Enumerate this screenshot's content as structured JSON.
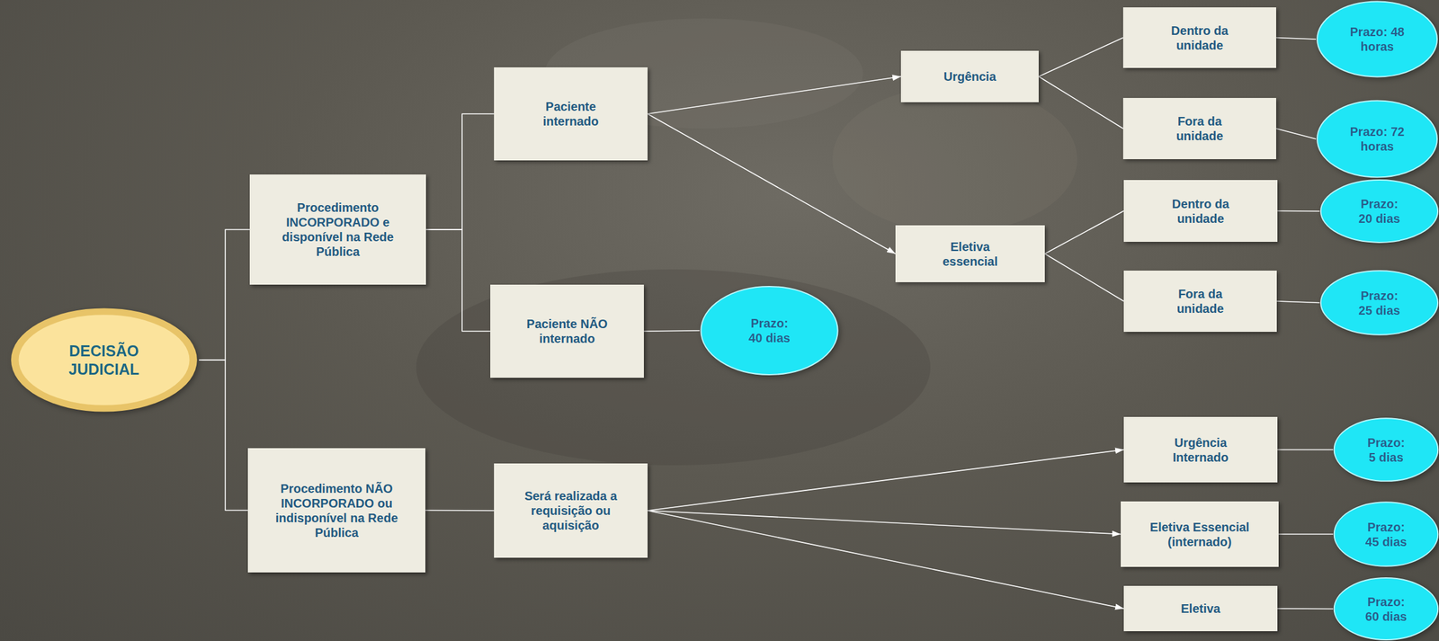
{
  "diagram": {
    "nodes": [
      {
        "text": [
          "DECISÃO JUDICIAL"
        ]
      },
      {
        "text": [
          "Procedimento INCORPORADO e disponível na Rede Pública"
        ]
      },
      {
        "text": [
          "Paciente internado"
        ]
      },
      {
        "text": [
          "Paciente NÃO internado"
        ]
      },
      {
        "text": [
          "Prazo: 40 dias"
        ]
      },
      {
        "text": [
          "Urgência"
        ]
      },
      {
        "text": [
          "Eletiva essencial"
        ]
      },
      {
        "text": [
          "Dentro da unidade"
        ]
      },
      {
        "text": [
          "Prazo: 48 horas"
        ]
      },
      {
        "text": [
          "Fora da unidade"
        ]
      },
      {
        "text": [
          "Prazo: 72 horas"
        ]
      },
      {
        "text": [
          "Dentro da unidade"
        ]
      },
      {
        "text": [
          "Prazo: 20 dias"
        ]
      },
      {
        "text": [
          "Fora da unidade"
        ]
      },
      {
        "text": [
          "Prazo: 25 dias"
        ]
      },
      {
        "text": [
          "Procedimento NÃO INCORPORADO ou indisponível na Rede Pública"
        ]
      },
      {
        "text": [
          "Será realizada a requisição ou aquisição"
        ]
      },
      {
        "text": [
          "Urgência Internado"
        ]
      },
      {
        "text": [
          "Prazo: 5 dias"
        ]
      },
      {
        "text": [
          "Eletiva Essencial (internado)"
        ]
      },
      {
        "text": [
          "Prazo: 45 dias"
        ]
      },
      {
        "text": [
          "Eletiva"
        ]
      },
      {
        "text": [
          "Prazo: 60 dias"
        ]
      }
    ],
    "edges": [
      {
        "from": 0,
        "to": 1,
        "arrow": "none"
      },
      {
        "from": 0,
        "to": 15,
        "arrow": "none"
      },
      {
        "from": 1,
        "to": 2,
        "arrow": "none"
      },
      {
        "from": 1,
        "to": 3,
        "arrow": "none"
      },
      {
        "from": 3,
        "to": 4,
        "arrow": "none"
      },
      {
        "from": 2,
        "to": 5,
        "arrow": "to"
      },
      {
        "from": 2,
        "to": 6,
        "arrow": "to"
      },
      {
        "from": 5,
        "to": 7,
        "arrow": "none"
      },
      {
        "from": 5,
        "to": 9,
        "arrow": "none"
      },
      {
        "from": 7,
        "to": 8,
        "arrow": "none"
      },
      {
        "from": 9,
        "to": 10,
        "arrow": "none"
      },
      {
        "from": 6,
        "to": 11,
        "arrow": "none"
      },
      {
        "from": 6,
        "to": 13,
        "arrow": "none"
      },
      {
        "from": 11,
        "to": 12,
        "arrow": "none"
      },
      {
        "from": 13,
        "to": 14,
        "arrow": "none"
      },
      {
        "from": 15,
        "to": 16,
        "arrow": "none"
      },
      {
        "from": 16,
        "to": 17,
        "arrow": "to"
      },
      {
        "from": 16,
        "to": 19,
        "arrow": "to"
      },
      {
        "from": 16,
        "to": 21,
        "arrow": "to"
      },
      {
        "from": 17,
        "to": 18,
        "arrow": "none"
      },
      {
        "from": 19,
        "to": 20,
        "arrow": "none"
      },
      {
        "from": 21,
        "to": 22,
        "arrow": "none"
      }
    ]
  }
}
